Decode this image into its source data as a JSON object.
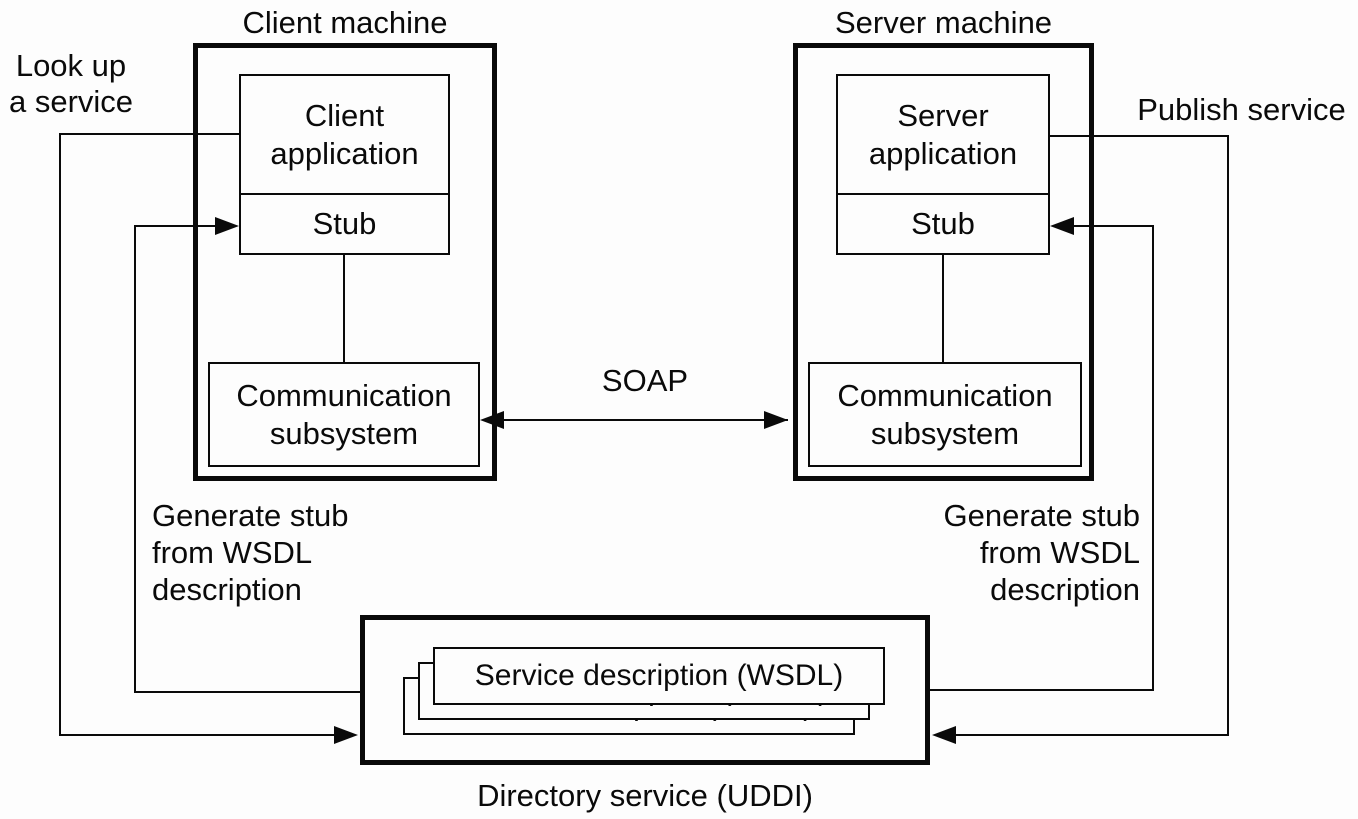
{
  "figure": {
    "client_machine": {
      "title": "Client machine",
      "application": "Client\napplication",
      "stub": "Stub",
      "comm": "Communication\nsubsystem"
    },
    "server_machine": {
      "title": "Server machine",
      "application": "Server\napplication",
      "stub": "Stub",
      "comm": "Communication\nsubsystem"
    },
    "directory": {
      "title": "Directory service (UDDI)",
      "service_description": "Service description (WSDL)",
      "card_count": "3"
    },
    "annotations": {
      "lookup": "Look up\na service",
      "publish": "Publish service",
      "soap": "SOAP",
      "generate_stub_client": "Generate stub\nfrom WSDL\ndescription",
      "generate_stub_server": "Generate stub\nfrom WSDL\ndescription"
    },
    "colors": {
      "ink": "#0a0a0a",
      "background": "#fdfdfd"
    }
  }
}
